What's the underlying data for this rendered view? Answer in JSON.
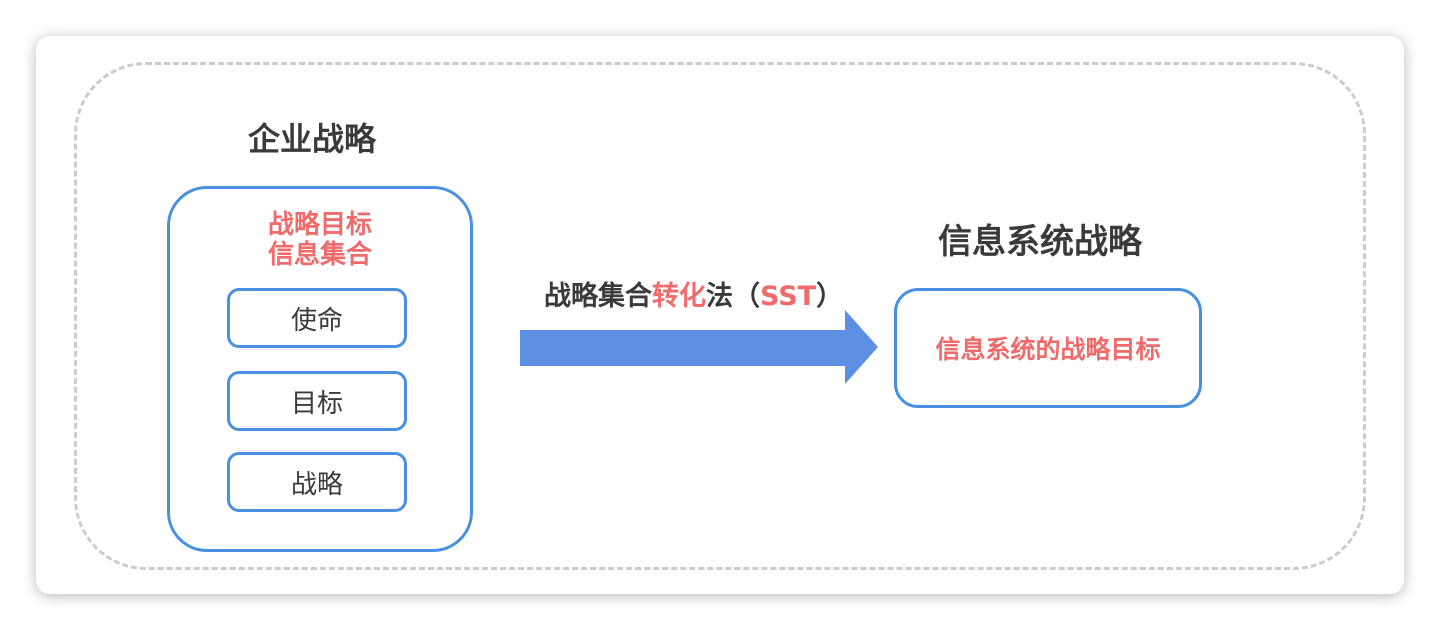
{
  "enterprise": {
    "title": "企业战略",
    "box_label_line1": "战略目标",
    "box_label_line2": "信息集合",
    "items": [
      "使命",
      "目标",
      "战略"
    ]
  },
  "method": {
    "part1": "战略集合",
    "part2": "转化",
    "part3": "法（",
    "part4": "SST",
    "part5": "）"
  },
  "info_system": {
    "title": "信息系统战略",
    "result": "信息系统的战略目标"
  },
  "colors": {
    "border_blue": "#4a90e2",
    "arrow_blue": "#4f86e0",
    "highlight_red": "#f06b6b"
  }
}
